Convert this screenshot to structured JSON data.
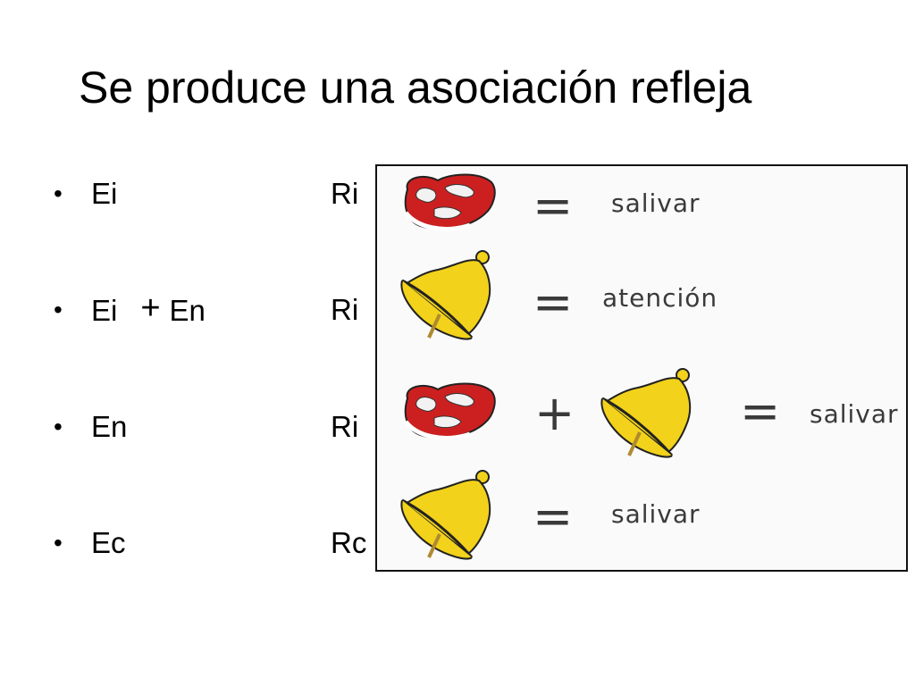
{
  "slide": {
    "title": "Se produce una asociación refleja",
    "bullets": [
      {
        "left": "Ei",
        "right": "Ri"
      },
      {
        "left": "Ei",
        "plus": "+",
        "left2": "En",
        "right": "Ri"
      },
      {
        "left": "En",
        "right": "Ri"
      },
      {
        "left": "Ec",
        "right": "Rc"
      }
    ],
    "bullet_symbol": "•"
  },
  "diagram": {
    "icons": [
      "meat-icon",
      "bell-icon"
    ],
    "colors": {
      "meat": "#cc2020",
      "bell": "#f2d21a",
      "text": "#3a3a3a"
    },
    "rows": [
      {
        "eq": "=",
        "word": "salivar"
      },
      {
        "eq": "=",
        "word": "atención"
      },
      {
        "plus": "+",
        "eq": "=",
        "word": "salivar"
      },
      {
        "eq": "=",
        "word": "salivar"
      }
    ]
  }
}
